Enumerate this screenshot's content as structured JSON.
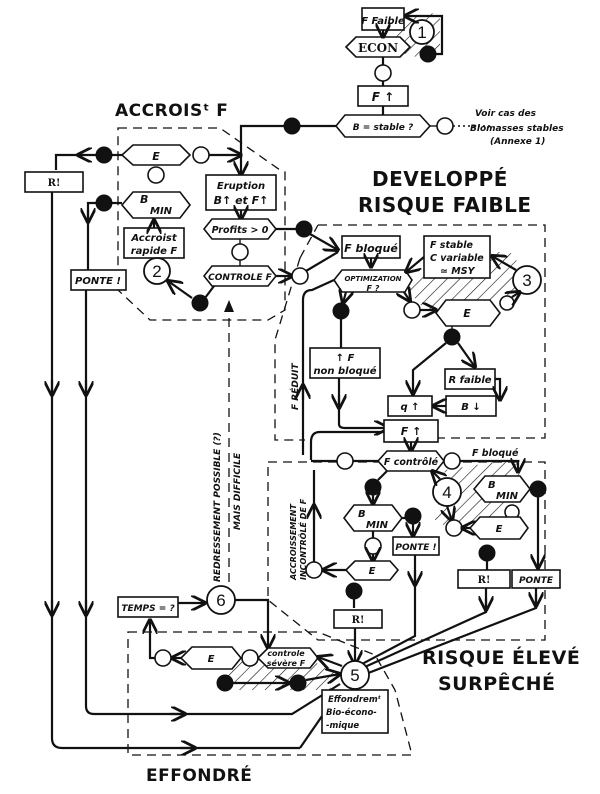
{
  "diagram": {
    "regions": {
      "accrois": "ACCROISᵗ F",
      "developpe_line1": "DEVELOPPÉ",
      "developpe_line2": "RISQUE FAIBLE",
      "risque_eleve_line1": "RISQUE ÉLEVÉ",
      "risque_eleve_line2": "SURPÊCHÉ",
      "effondre": "EFFONDRÉ"
    },
    "states": {
      "s1": "1",
      "s2": "2",
      "s3": "3",
      "s4": "4",
      "s5": "5",
      "s6": "6"
    },
    "top": {
      "f_faible": "F Faible",
      "econ": "ECON",
      "f_up": "F ↑",
      "b_stable": "B = stable ?",
      "voir_line1": "Voir cas des",
      "voir_line2": "Biomasses stables",
      "voir_line3": "(Annexe 1)"
    },
    "accrois": {
      "e": "E",
      "bmin": "B",
      "bmin_sub": "MIN",
      "eruption_line1": "Eruption",
      "eruption_line2": "B↑ et F↑",
      "profits": "Profits > 0",
      "accroist_line1": "Accroist",
      "accroist_line2": "rapide F",
      "controle": "CONTROLE F"
    },
    "left": {
      "r": "R!",
      "ponte": "PONTE !"
    },
    "developpe": {
      "f_bloque": "F bloqué",
      "f_stable_line1": "F stable",
      "f_stable_line2": "C variable",
      "f_stable_line3": "≃ MSY",
      "optimization_line1": "OPTIMIZATION",
      "optimization_line2": "F ?",
      "e": "E",
      "f_non_bloque_line1": "↑ F",
      "f_non_bloque_line2": "non bloqué",
      "r_faible": "R faible",
      "b_down": "B ↓",
      "q_up": "q ↑",
      "f_up": "F ↑",
      "f_reduit": "F RÉDUIT"
    },
    "risque": {
      "f_controle": "F contrôlé",
      "f_bloque": "F bloqué",
      "bmin_a": "B",
      "bmin_a_sub": "MIN",
      "bmin_b": "B",
      "bmin_b_sub": "MIN",
      "e_a": "E",
      "e_b": "E",
      "ponte_a": "PONTE !",
      "r_a": "R!",
      "r_b": "R!",
      "ponte_b": "PONTE",
      "accroissement_line1": "ACCROISSEMENT",
      "accroissement_line2": "INCONTRÔLÉ DE F"
    },
    "effondre": {
      "temps": "TEMPS = ?",
      "e": "E",
      "controle_line1": "controle",
      "controle_line2": "sévère F",
      "effondrem_line1": "Effondremᵗ",
      "effondrem_line2": "Bio-écono-",
      "effondrem_line3": "-mique"
    },
    "redressement_line1": "REDRESSEMENT POSSIBLE (?)",
    "redressement_line2": "MAIS DIFFICILE"
  }
}
